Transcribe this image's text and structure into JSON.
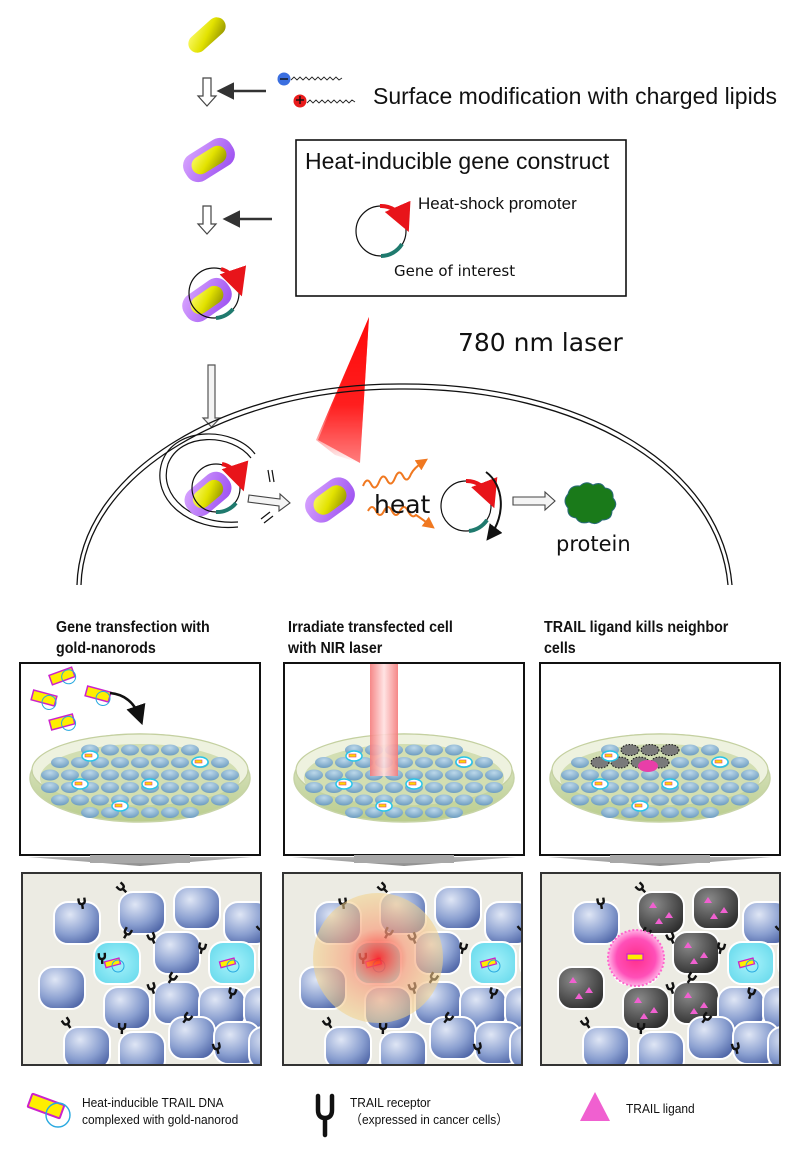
{
  "top_diagram": {
    "surface_label": "Surface modification with charged lipids",
    "construct_box": {
      "title": "Heat-inducible gene construct",
      "promoter_label": "Heat-shock promoter",
      "gene_label": "Gene of interest"
    },
    "laser_label": "780 nm laser",
    "heat_label": "heat",
    "protein_label": "protein",
    "charge_symbols": {
      "negative": "−",
      "positive": "+"
    }
  },
  "panels": [
    {
      "title_line1": "Gene transfection with",
      "title_line2": "gold-nanorods"
    },
    {
      "title_line1": "Irradiate transfected cell",
      "title_line2": "with NIR laser"
    },
    {
      "title_line1": "TRAIL ligand kills neighbor",
      "title_line2": "cells"
    }
  ],
  "legend": {
    "nanorod": {
      "line1": "Heat-inducible TRAIL DNA",
      "line2": "complexed with gold-nanorod",
      "icon": "nanorod-dna-icon"
    },
    "receptor": {
      "line1": "TRAIL receptor",
      "line2": "（expressed in cancer cells）",
      "icon": "receptor-y-icon"
    },
    "ligand": {
      "line1": "TRAIL ligand",
      "icon": "pink-triangle-icon"
    }
  },
  "colors": {
    "gold": "#e6e600",
    "lipid": "#b266ff",
    "promoter": "#e8141a",
    "gene": "#1f7a6e",
    "laser": "#ff1a1a",
    "heat_wave": "#f07820",
    "protein": "#1a7a1a",
    "cell_blue": "#7f95c8",
    "transfected_cell": "#7fe3f0",
    "dead_cell": "#4a4a4a",
    "ligand": "#f060d0",
    "tissue_bg": "#ecebe3"
  }
}
